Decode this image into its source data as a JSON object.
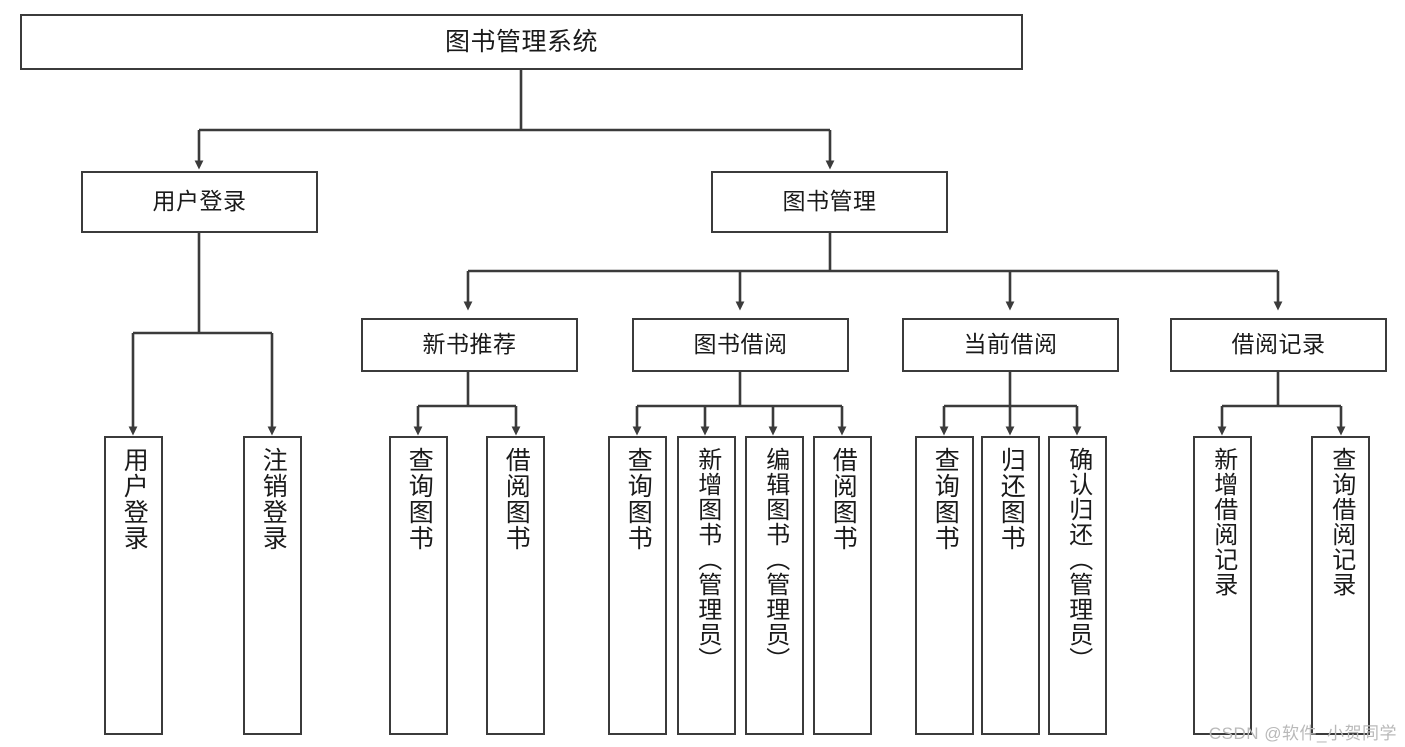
{
  "diagram": {
    "type": "tree-hierarchy",
    "title": "图书管理系统",
    "watermark": "CSDN @软件_小贺同学",
    "stroke_color": "#3b3b3b",
    "text_color": "#1a1a1a",
    "background": "#ffffff",
    "root": {
      "label": "图书管理系统"
    },
    "level1": [
      {
        "label": "用户登录"
      },
      {
        "label": "图书管理"
      }
    ],
    "level2": [
      {
        "label": "新书推荐"
      },
      {
        "label": "图书借阅"
      },
      {
        "label": "当前借阅"
      },
      {
        "label": "借阅记录"
      }
    ],
    "leaves": {
      "user_login": [
        {
          "label": "用户登录"
        },
        {
          "label": "注销登录"
        }
      ],
      "new_book": [
        {
          "label": "查询图书"
        },
        {
          "label": "借阅图书"
        }
      ],
      "book_borrow": [
        {
          "label": "查询图书"
        },
        {
          "label": "新增图书（管理员）"
        },
        {
          "label": "编辑图书（管理员）"
        },
        {
          "label": "借阅图书"
        }
      ],
      "current_borrow": [
        {
          "label": "查询图书"
        },
        {
          "label": "归还图书"
        },
        {
          "label": "确认归还（管理员）"
        }
      ],
      "borrow_record": [
        {
          "label": "新增借阅记录"
        },
        {
          "label": "查询借阅记录"
        }
      ]
    }
  }
}
